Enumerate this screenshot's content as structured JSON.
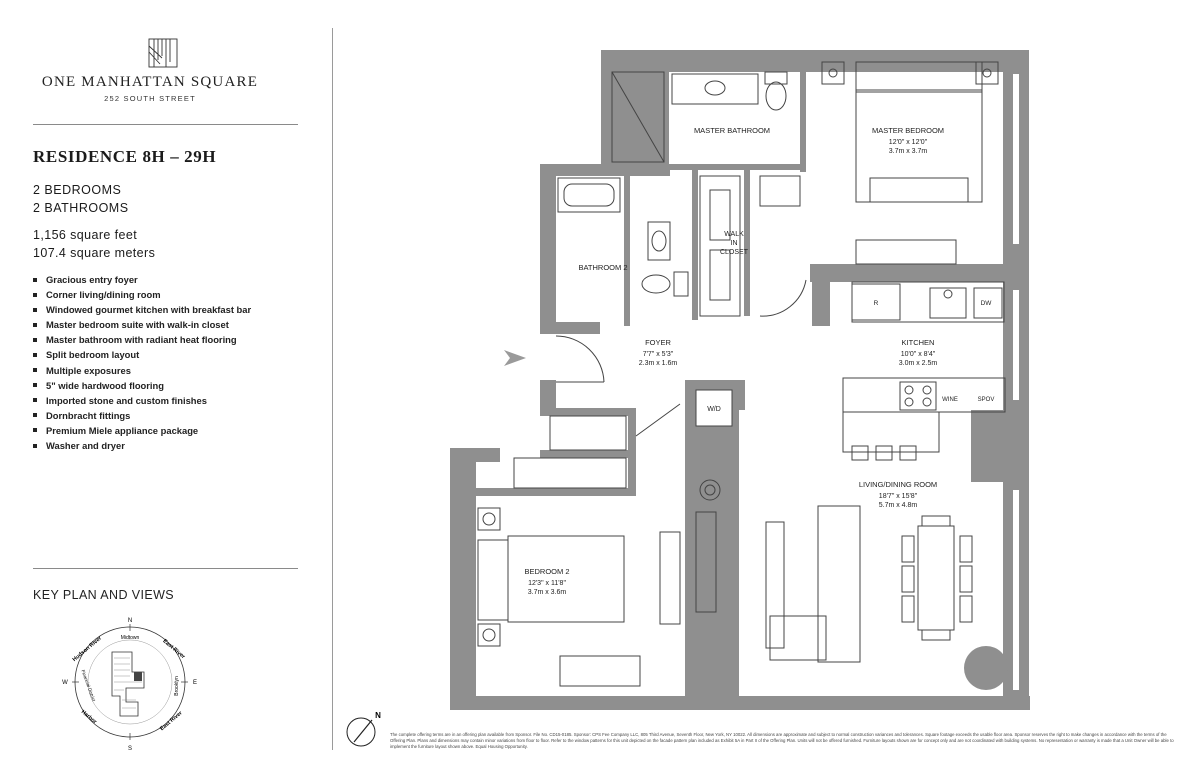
{
  "brand": {
    "name": "ONE MANHATTAN SQUARE",
    "address": "252 SOUTH STREET"
  },
  "residence": {
    "title": "RESIDENCE 8H – 29H",
    "bedrooms": "2 BEDROOMS",
    "bathrooms": "2 BATHROOMS",
    "square_feet": "1,156 square feet",
    "square_meters": "107.4 square meters"
  },
  "features": [
    "Gracious entry foyer",
    "Corner living/dining room",
    "Windowed gourmet kitchen with breakfast bar",
    "Master bedroom suite with walk-in closet",
    "Master bathroom with radiant heat flooring",
    "Split bedroom layout",
    "Multiple exposures",
    "5\" wide hardwood flooring",
    "Imported stone and custom finishes",
    "Dornbracht fittings",
    "Premium Miele appliance package",
    "Washer and dryer"
  ],
  "keyplan": {
    "title": "KEY PLAN AND VIEWS",
    "compass": {
      "n": "N",
      "s": "S",
      "e": "E",
      "w": "W"
    },
    "views": {
      "hudson_river": "Hudson River",
      "midtown": "Midtown",
      "east_river_top": "East River",
      "brooklyn": "Brooklyn",
      "east_river_bottom": "East River",
      "harbor": "Harbor",
      "financial_district": "Financial District"
    }
  },
  "plan": {
    "north_label": "N",
    "rooms": {
      "master_bathroom": {
        "name": "MASTER BATHROOM"
      },
      "master_bedroom": {
        "name": "MASTER BEDROOM",
        "imperial": "12'0\" x 12'0\"",
        "metric": "3.7m x 3.7m"
      },
      "walk_in_closet": {
        "line1": "WALK",
        "line2": "IN",
        "line3": "CLOSET"
      },
      "bathroom_2": {
        "name": "BATHROOM 2"
      },
      "foyer": {
        "name": "FOYER",
        "imperial": "7'7\" x 5'3\"",
        "metric": "2.3m x 1.6m"
      },
      "kitchen": {
        "name": "KITCHEN",
        "imperial": "10'0\" x 8'4\"",
        "metric": "3.0m x 2.5m"
      },
      "living_dining": {
        "name": "LIVING/DINING ROOM",
        "imperial": "18'7\" x 15'8\"",
        "metric": "5.7m x 4.8m"
      },
      "bedroom_2": {
        "name": "BEDROOM 2",
        "imperial": "12'3\" x 11'8\"",
        "metric": "3.7m x 3.6m"
      }
    },
    "appliances": {
      "refrigerator": "R",
      "dishwasher": "DW",
      "wine": "WINE",
      "speed_oven": "SPOV",
      "washer_dryer": "W/D"
    }
  },
  "disclaimer": "The complete offering terms are in an offering plan available from Sponsor. File No. CD15-0185. Sponsor: CPS Fee Company LLC, 805 Third Avenue, Seventh Floor, New York, NY 10022. All dimensions are approximate and subject to normal construction variances and tolerances. Square footage exceeds the usable floor area. Sponsor reserves the right to make changes in accordance with the terms of the Offering Plan. Plans and dimensions may contain minor variations from floor to floor. Refer to the window patterns for this unit depicted on the facade pattern plan included as Exhibit 5A in Part II of the Offering Plan. Units will not be offered furnished. Furniture layouts shown are for concept only and are not coordinated with building systems. No representation or warranty is made that a Unit Owner will be able to implement the furniture layout shown above. Equal Housing Opportunity."
}
